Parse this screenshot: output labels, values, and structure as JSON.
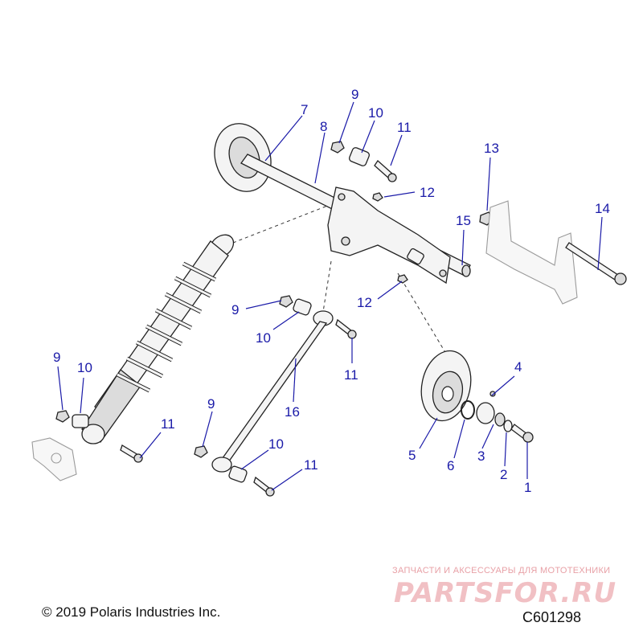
{
  "callouts": [
    {
      "id": "c7",
      "label": "7"
    },
    {
      "id": "c8",
      "label": "8"
    },
    {
      "id": "c9a",
      "label": "9"
    },
    {
      "id": "c10a",
      "label": "10"
    },
    {
      "id": "c11a",
      "label": "11"
    },
    {
      "id": "c12a",
      "label": "12"
    },
    {
      "id": "c13",
      "label": "13"
    },
    {
      "id": "c14",
      "label": "14"
    },
    {
      "id": "c15",
      "label": "15"
    },
    {
      "id": "c9b",
      "label": "9"
    },
    {
      "id": "c10b",
      "label": "10"
    },
    {
      "id": "c12b",
      "label": "12"
    },
    {
      "id": "c11b",
      "label": "11"
    },
    {
      "id": "c16",
      "label": "16"
    },
    {
      "id": "c9c",
      "label": "9"
    },
    {
      "id": "c10c",
      "label": "10"
    },
    {
      "id": "c11c",
      "label": "11"
    },
    {
      "id": "c9d",
      "label": "9"
    },
    {
      "id": "c10d",
      "label": "10"
    },
    {
      "id": "c11d",
      "label": "11"
    },
    {
      "id": "c4",
      "label": "4"
    },
    {
      "id": "c5",
      "label": "5"
    },
    {
      "id": "c6",
      "label": "6"
    },
    {
      "id": "c3",
      "label": "3"
    },
    {
      "id": "c2",
      "label": "2"
    },
    {
      "id": "c1",
      "label": "1"
    }
  ],
  "footer": {
    "copyright": "© 2019 Polaris Industries Inc.",
    "figure_code": "C601298"
  },
  "watermark": {
    "tagline": "ЗАПЧАСТИ И АКСЕССУАРЫ ДЛЯ МОТОТЕХНИКИ",
    "logo": "PARTSFOR.RU"
  },
  "colors": {
    "callout": "#1a1aa8",
    "line": "#222222",
    "watermark": "#f1c0c4"
  }
}
